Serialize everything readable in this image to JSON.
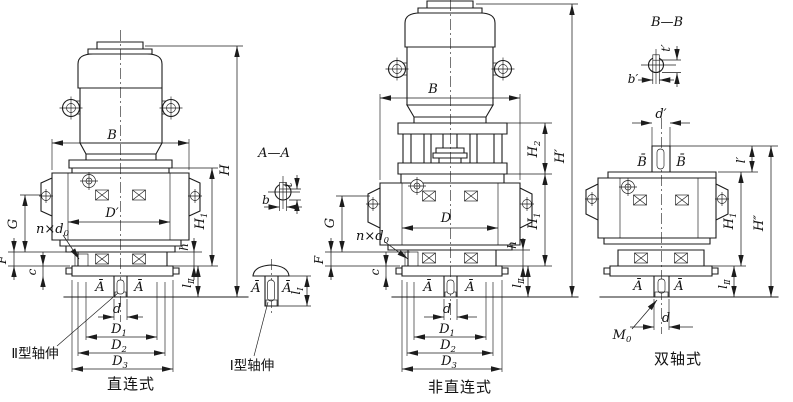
{
  "d": {
    "left": {
      "caption": "直连式",
      "type2_note": "Ⅱ型轴伸",
      "B": "B",
      "H": "H",
      "H1": {
        "b": "H",
        "s": "1"
      },
      "h": "h",
      "lII": {
        "b": "l",
        "s": "Ⅱ"
      },
      "G": "G",
      "F": "F",
      "c": "c",
      "Dp": "D′",
      "d": "d",
      "D1": {
        "b": "D",
        "s": "1"
      },
      "D2": {
        "b": "D",
        "s": "2"
      },
      "D3": {
        "b": "D",
        "s": "3"
      },
      "nxd": {
        "b": "n×d",
        "s": "0"
      },
      "markA": "Ā"
    },
    "aa": {
      "title": "A—A",
      "b": "b",
      "t": "t"
    },
    "t1": {
      "note": "Ⅰ型轴伸",
      "lI": {
        "b": "l",
        "s": "Ⅰ"
      },
      "markA": "Ā"
    },
    "middle": {
      "caption": "非直连式",
      "B": "B",
      "H2": {
        "b": "H",
        "s": "2"
      },
      "H1": {
        "b": "H",
        "s": "1"
      },
      "Hp": "H′",
      "h": "h",
      "lII": {
        "b": "l",
        "s": "Ⅱ"
      },
      "G": "G",
      "F": "F",
      "c": "c",
      "D": "D",
      "d": "d",
      "D1": {
        "b": "D",
        "s": "1"
      },
      "D2": {
        "b": "D",
        "s": "2"
      },
      "D3": {
        "b": "D",
        "s": "3"
      },
      "nxd": {
        "b": "n×d",
        "s": "0"
      },
      "markA": "Ā"
    },
    "bb": {
      "title": "B—B",
      "bp": "b′",
      "tp": "t′"
    },
    "right": {
      "caption": "双轴式",
      "dp": "d′",
      "lp": "l′",
      "Hpp": "H″",
      "H1": {
        "b": "H",
        "s": "1"
      },
      "lII": {
        "b": "l",
        "s": "Ⅱ"
      },
      "markA": "Ā",
      "markB": "B̄",
      "M0": {
        "b": "M",
        "s": "0"
      },
      "d": "d"
    }
  }
}
